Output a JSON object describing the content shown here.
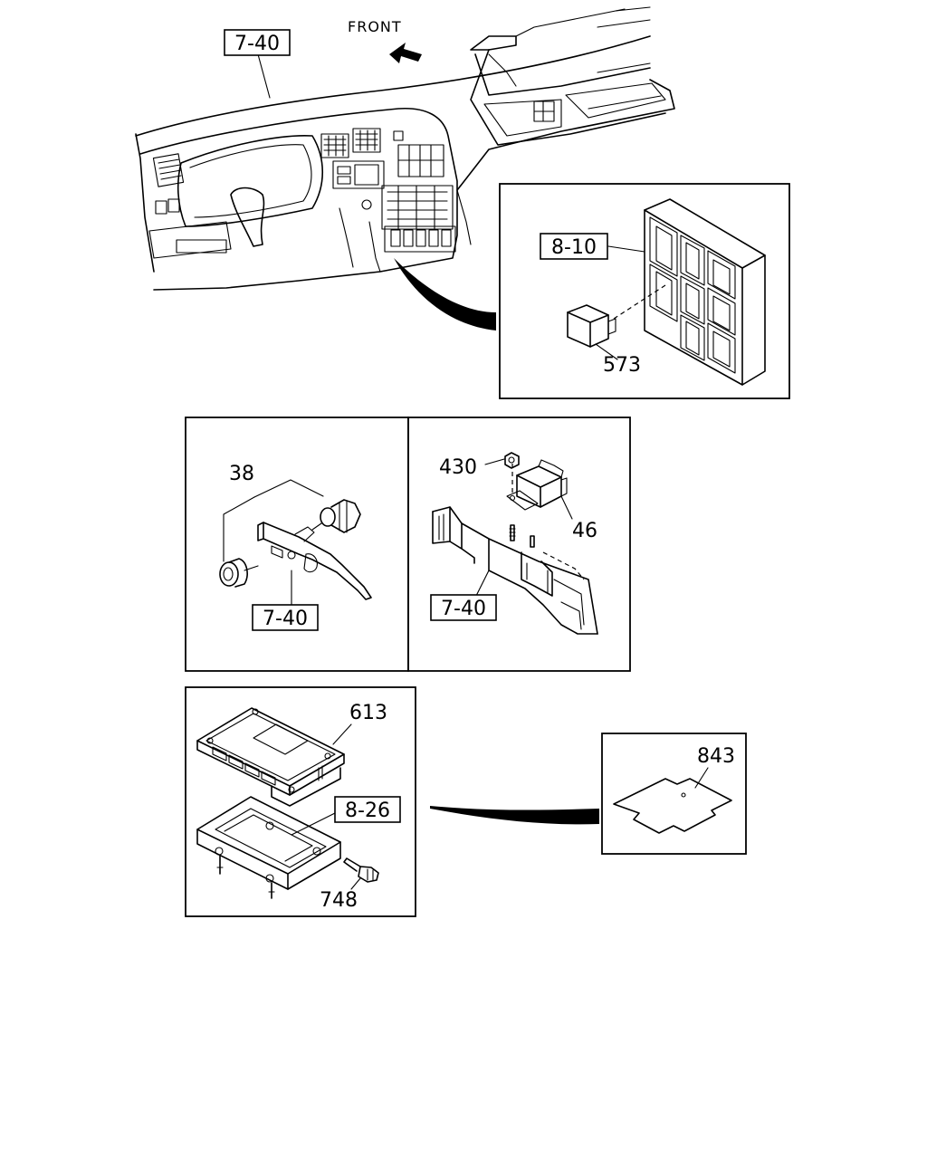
{
  "direction_label": "FRONT",
  "ref_boxes": {
    "dash_top": "7-40",
    "relay_box": "8-10",
    "switch_bracket": "7-40",
    "relay_bracket": "7-40",
    "ecu_bracket": "8-26"
  },
  "parts": {
    "relay_small": "573",
    "switch": "38",
    "nut": "430",
    "relay": "46",
    "ecu": "613",
    "bolt": "748",
    "pad": "843"
  }
}
